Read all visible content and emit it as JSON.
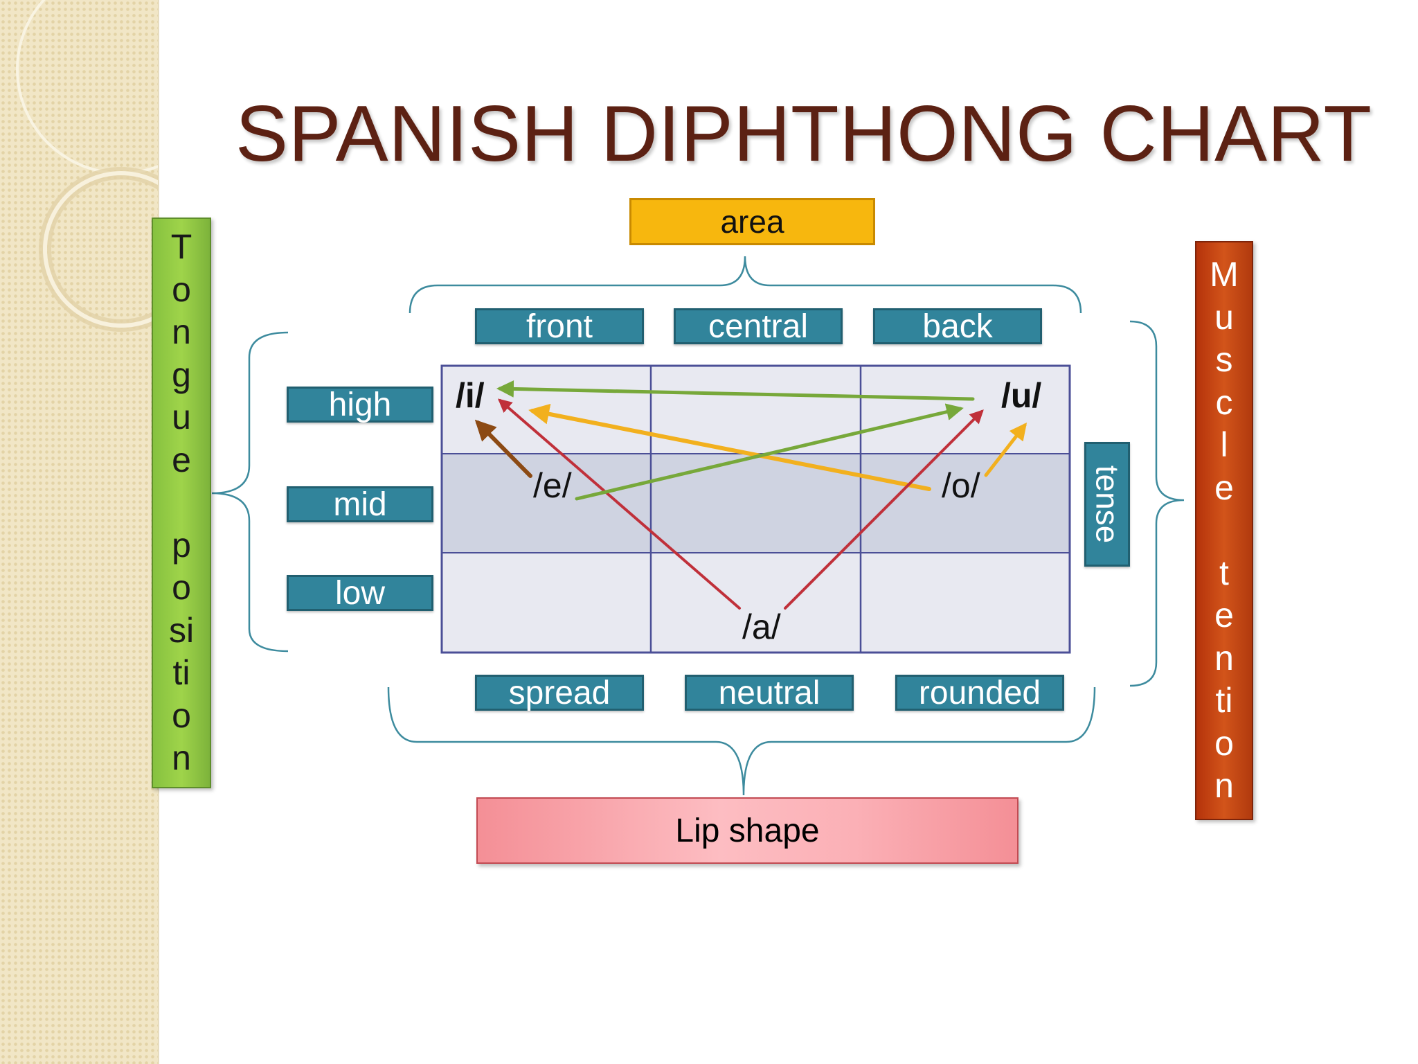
{
  "title": "SPANISH DIPHTHONG CHART",
  "labels": {
    "area": "area",
    "lip_shape": "Lip shape",
    "tongue_position": "Tongue position",
    "muscle_tension": "Muscle tention",
    "tense": "tense"
  },
  "columns": [
    "front",
    "central",
    "back"
  ],
  "rows": [
    "high",
    "mid",
    "low"
  ],
  "lip_shapes": [
    "spread",
    "neutral",
    "rounded"
  ],
  "vowels": {
    "i": "/i/",
    "u": "/u/",
    "e": "/e/",
    "o": "/o/",
    "a": "/a/"
  },
  "colors": {
    "accent_teal": "#31849b",
    "area_orange": "#f7b70e",
    "lip_pink": "#f9a3a9",
    "tongue_green": "#8cc540",
    "muscle_red": "#c2461a",
    "title_brown": "#5c2113",
    "arrow_red": "#c0303a",
    "arrow_green": "#77a83a",
    "arrow_yellow": "#f2b01e",
    "arrow_brown": "#8c4a14"
  },
  "arrows": [
    {
      "from": "/u/",
      "to": "/i/",
      "color": "green"
    },
    {
      "from": "/a/",
      "to": "/i/",
      "color": "red"
    },
    {
      "from": "/o/",
      "to": "/i/",
      "color": "yellow"
    },
    {
      "from": "/e/",
      "to": "/i/",
      "color": "brown"
    },
    {
      "from": "/e/",
      "to": "/u/",
      "color": "green"
    },
    {
      "from": "/a/",
      "to": "/u/",
      "color": "red"
    },
    {
      "from": "/o/",
      "to": "/u/",
      "color": "yellow"
    }
  ]
}
